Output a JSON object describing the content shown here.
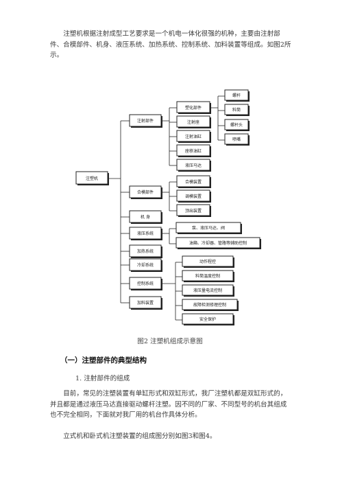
{
  "intro": "注塑机根据注射成型工艺要求是一个机电一体化很强的机种，主要由注射部件、合模部件、机身、液压系统、加热系统、控制系统、加料装置等组成。如图2所示。",
  "diagram": {
    "root": "注塑机",
    "level1": [
      "注射部件",
      "合模部件",
      "机 身",
      "液压系统",
      "加热系统",
      "冷却系统",
      "控制系统",
      "加料装置"
    ],
    "level2": [
      "塑化部件",
      "注射座",
      "注射油缸",
      "座移油缸",
      "液压马达",
      "合模装置",
      "调模装置",
      "顶出装置",
      "泵、液压马达、阀",
      "油箱、冷却器、管路等辅助控制",
      "动作程控",
      "料筒温度控制",
      "液压量电流控制",
      "故障检测修理控制",
      "安全保护"
    ],
    "level3": [
      "螺杆",
      "料筒",
      "螺杆头",
      "喷嘴"
    ]
  },
  "caption": "图2 注塑机组成示意图",
  "section_heading": "（一）注塑部件的典型结构",
  "subheading": "1. 注射部件的组成",
  "para2": "目前，常见的注塑装置有单缸形式和双缸形式，我厂注塑机都是双缸形式的，并且都是通过液压马达直接驱动螺杆注塑。因不同的厂家、不同型号的机台其组成也不完全相同，下面就对我厂用的机台作具体分析。",
  "para3": "立式机和卧式机注塑装置的组成图分别如图3和图4。"
}
